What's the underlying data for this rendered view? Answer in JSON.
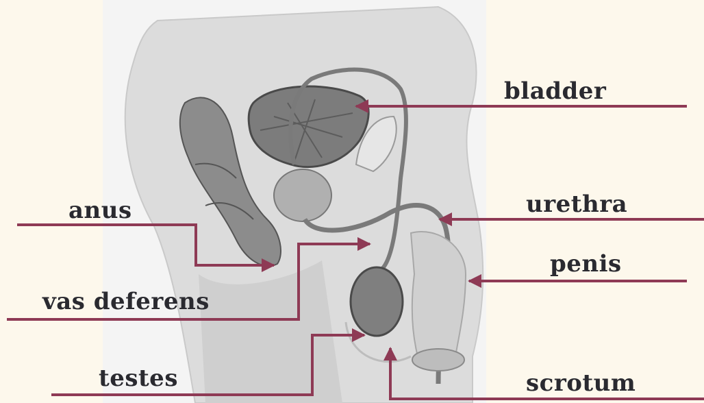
{
  "labels": {
    "bladder": "bladder",
    "anus": "anus",
    "urethra": "urethra",
    "penis": "penis",
    "vas_deferens": "vas deferens",
    "testes": "testes",
    "scrotum": "scrotum"
  },
  "colors": {
    "background": "#fdf8ec",
    "arrow": "#8e3a55",
    "label_text": "#2a2a30",
    "body_fill": "#d6d6d6",
    "organ_fill": "#8a8a8a",
    "organ_stroke": "#555555"
  }
}
